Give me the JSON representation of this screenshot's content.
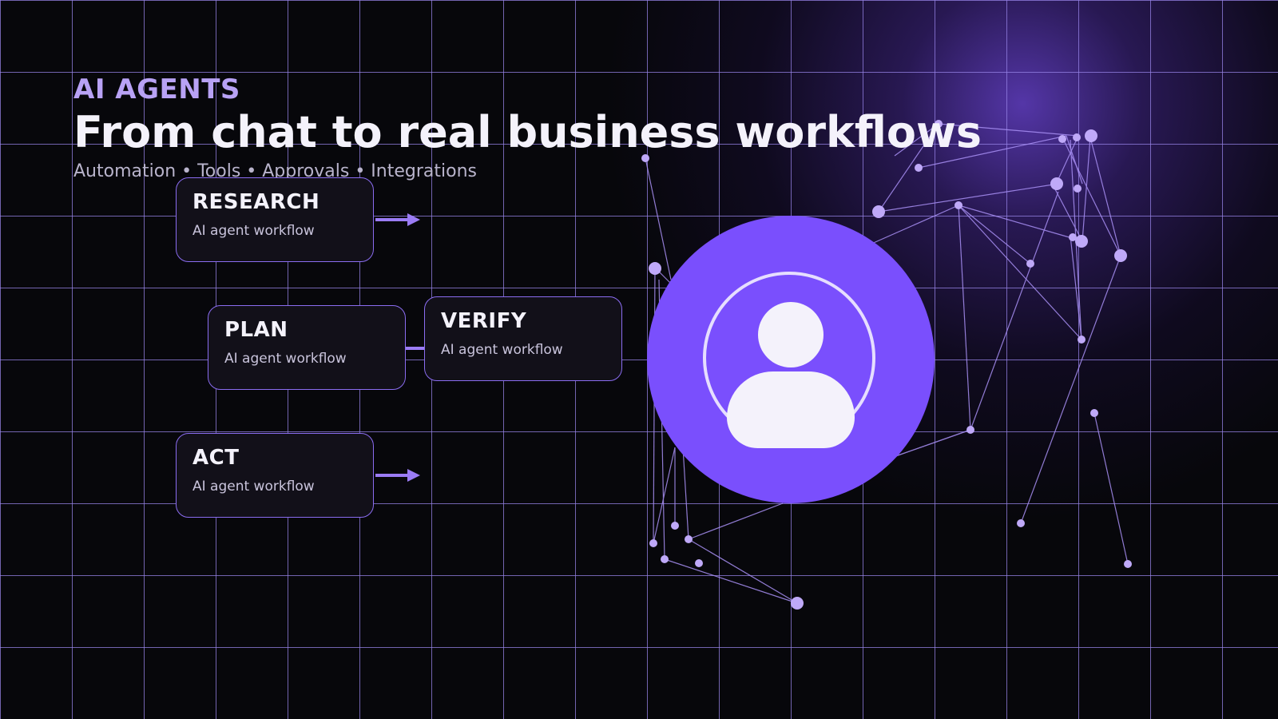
{
  "header": {
    "eyebrow": "AI AGENTS",
    "title": "From chat to real business workflows",
    "subtitle": "Automation • Tools • Approvals • Integrations"
  },
  "cards": [
    {
      "title": "RESEARCH",
      "subtitle": "AI agent workflow"
    },
    {
      "title": "PLAN",
      "subtitle": "AI agent workflow"
    },
    {
      "title": "VERIFY",
      "subtitle": "AI agent workflow"
    },
    {
      "title": "ACT",
      "subtitle": "AI agent workflow"
    }
  ],
  "avatar": {
    "icon": "user-icon"
  },
  "colors": {
    "background": "#07070b",
    "accent": "#7a4ffd",
    "accent_light": "#b8a2f5",
    "card_background": "#121019",
    "text_primary": "#f4f2fb",
    "text_secondary": "#b9b4cc"
  }
}
